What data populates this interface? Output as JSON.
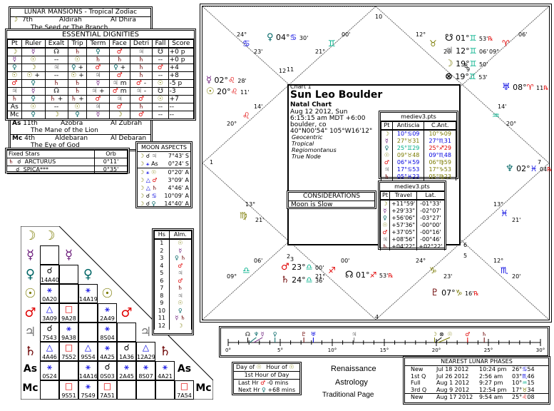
{
  "colors": {
    "moon": "#7a7a00",
    "mercury": "#6b1b7a",
    "venus": "#006666",
    "sun": "#7a7a00",
    "mars": "#e00000",
    "jupiter": "#777777",
    "saturn": "#6b0000",
    "blue": "#0000e0",
    "green": "#00b08a",
    "olive": "#7a7a00",
    "red": "#e00000"
  },
  "lunar_mansions": {
    "title": "LUNAR MANSIONS - Tropical Zodiac",
    "moon": {
      "glyph": "☽",
      "num": "7th",
      "name1": "Aldirah",
      "name2": "Al Dhira",
      "desc": "The Seed or The Branch"
    },
    "asc": {
      "glyph": "As",
      "num": "11th",
      "name1": "Azobra",
      "name2": "Al Zubrah",
      "desc": "The Mane of the Lion"
    },
    "mc": {
      "glyph": "Mc",
      "num": "4th",
      "name1": "Aldebaran",
      "name2": "Al Debaran",
      "desc": "The Eye of God"
    }
  },
  "dignities": {
    "title": "ESSENTIAL DIGNITIES",
    "headers": [
      "Pt",
      "Ruler",
      "Exalt",
      "Trip",
      "Term",
      "Face",
      "Detri",
      "Fall",
      "Score"
    ],
    "rows": [
      [
        "☽",
        "☿",
        "☊",
        "♄",
        "♀",
        "♂",
        "♃",
        "☋",
        "+0 p"
      ],
      [
        "☿",
        "☉",
        "--",
        "☉",
        "♄",
        "♄",
        "♄",
        "--",
        "+0 p"
      ],
      [
        "♀",
        "☽",
        "♃",
        "♀ +",
        "♂",
        "♀ +",
        "♄",
        "♂",
        "+4"
      ],
      [
        "☉",
        "☉ +",
        "--",
        "☉ +",
        "♃",
        "♂",
        "♄",
        "--",
        "+8"
      ],
      [
        "♂",
        "♀",
        "♄",
        "♄",
        "☿",
        "♃ m",
        "♂ -",
        "☉",
        "-5 p"
      ],
      [
        "♃",
        "☿",
        "☊",
        "♄",
        "♃ +",
        "♂ m",
        "♃ -",
        "☋",
        "-3"
      ],
      [
        "♄",
        "♀",
        "♄ +",
        "♄ +",
        "♂",
        "♃",
        "♂",
        "☉",
        "+7"
      ],
      [
        "As",
        "☉",
        "--",
        "☉",
        "♃",
        "♂",
        "♄",
        "--",
        "--"
      ],
      [
        "Mc",
        "♀",
        "☽",
        "♀",
        "☿",
        "☽",
        "♂",
        "--",
        "--"
      ]
    ]
  },
  "fixed_stars": {
    "title": "Fixed Stars",
    "orb_label": "Orb",
    "rows": [
      {
        "planet": "♄",
        "aspect": "☌",
        "star": "ARCTURUS",
        "orb": "0°11'"
      },
      {
        "planet": "",
        "aspect": "☌",
        "star": "SPICA***",
        "orb": "0°35'"
      }
    ]
  },
  "moon_aspects": {
    "title": "MOON ASPECTS",
    "rows": [
      {
        "a": "☌",
        "p": "♃",
        "orb": "7°43' S"
      },
      {
        "a": "⚹",
        "p": "As",
        "orb": "0°24' S"
      },
      {
        "a": "⚹",
        "p": "☉",
        "orb": "0°20' A"
      },
      {
        "a": "△",
        "p": "♂",
        "orb": "3°09' A"
      },
      {
        "a": "△",
        "p": "♄",
        "orb": "4°46' A"
      },
      {
        "a": "☌",
        "p": "♋",
        "orb": "10°09' A"
      },
      {
        "a": "☌",
        "p": "♀",
        "orb": "14°40' A"
      }
    ]
  },
  "chart": {
    "label": "Chart 1",
    "name": "Sun Leo Boulder",
    "type": "Natal Chart",
    "date": "Aug 12 2012, Sun",
    "time": "6:15:15 am  MDT +6:00",
    "place": "boulder, co",
    "coords": "40°N00'54\"  105°W16'12\"",
    "options": [
      "Geocentric",
      "Tropical",
      "Regiomontanus",
      "True Node"
    ],
    "houses": [
      "1",
      "2",
      "3",
      "4",
      "5",
      "6",
      "7",
      "8",
      "9",
      "10",
      "11",
      "12"
    ],
    "cusps": [
      {
        "deg": "24°",
        "sign": "♋",
        "min": "23'"
      },
      {
        "deg": "00'",
        "sign": "♊",
        "min": "21°"
      },
      {
        "deg": "12°",
        "sign": "♉",
        "min": "20'"
      },
      {
        "deg": "06'",
        "sign": "♈",
        "min": "09°"
      },
      {
        "deg": "14'",
        "sign": "♌",
        "min": "20°"
      },
      {
        "deg": "13°",
        "sign": "♍",
        "min": "21'"
      },
      {
        "deg": "13°",
        "sign": "♓",
        "min": "21'"
      },
      {
        "deg": "14'",
        "sign": "♒",
        "min": "20°"
      },
      {
        "deg": "06'",
        "sign": "♎",
        "min": "09°"
      },
      {
        "deg": "12°",
        "sign": "♏",
        "min": "20'"
      },
      {
        "deg": "00'",
        "sign": "♐",
        "min": "21°"
      },
      {
        "deg": "24°",
        "sign": "♑",
        "min": "23'"
      }
    ],
    "planets": [
      {
        "g": "♀",
        "deg": "04°",
        "sign": "♋",
        "min": "30'",
        "r": ""
      },
      {
        "g": "☋",
        "deg": "01°",
        "sign": "♊",
        "min": "53'",
        "r": "℞"
      },
      {
        "g": "♃",
        "deg": "12°",
        "sign": "♊",
        "min": "06'",
        "r": ""
      },
      {
        "g": "☽",
        "deg": "19°",
        "sign": "♊",
        "min": "50'",
        "r": ""
      },
      {
        "g": "⊗",
        "deg": "19°",
        "sign": "♊",
        "min": "53'",
        "r": ""
      },
      {
        "g": "♅",
        "deg": "08°",
        "sign": "♈",
        "min": "11",
        "r": "℞"
      },
      {
        "g": "☿",
        "deg": "02°",
        "sign": "♌",
        "min": "28'",
        "r": ""
      },
      {
        "g": "☉",
        "deg": "20°",
        "sign": "♌",
        "min": "11'",
        "r": ""
      },
      {
        "g": "♆",
        "deg": "02°",
        "sign": "♓",
        "min": "04",
        "r": "℞"
      },
      {
        "g": "♂",
        "deg": "23°",
        "sign": "♎",
        "min": "00'",
        "r": ""
      },
      {
        "g": "♄",
        "deg": "24°",
        "sign": "♎",
        "min": "36'",
        "r": ""
      },
      {
        "g": "☊",
        "deg": "01°",
        "sign": "♐",
        "min": "53'",
        "r": "℞"
      },
      {
        "g": "♇",
        "deg": "07°",
        "sign": "♑",
        "min": "16'",
        "r": "℞"
      }
    ]
  },
  "antiscia": {
    "title": "mediev3.pts",
    "headers": [
      "Pt",
      "Antiscia",
      "C.Ant."
    ],
    "rows": [
      [
        "☽",
        "10°♋09",
        "10°♑09"
      ],
      [
        "☿",
        "27°♉31",
        "27°♏31"
      ],
      [
        "♀",
        "25°♊29",
        "25°♐29"
      ],
      [
        "☉",
        "09°♉48",
        "09°♏48"
      ],
      [
        "♂",
        "06°♓59",
        "06°♍59"
      ],
      [
        "♃",
        "17°♋53",
        "17°♑53"
      ],
      [
        "♄",
        "05°♓23",
        "05°♍23"
      ]
    ]
  },
  "travel": {
    "title": "mediev3.pts",
    "headers": [
      "Pt",
      "Travel",
      "Lat."
    ],
    "rows": [
      [
        "☽",
        "+11°59'",
        "-01°33'"
      ],
      [
        "☿",
        "+29'33\"",
        "-02°07'"
      ],
      [
        "♀",
        "+56'06\"",
        "-03°27'"
      ],
      [
        "☉",
        "+57'36\"",
        "-00°00'"
      ],
      [
        "♂",
        "+37'05\"",
        "-00°16'"
      ],
      [
        "♃",
        "+08'56\"",
        "-00°46'"
      ],
      [
        "♄",
        "+04'22\"",
        "+02°22'"
      ]
    ]
  },
  "considerations": {
    "title": "CONSIDERATIONS",
    "text": "Moon is Slow"
  },
  "houses_table": {
    "headers": [
      "Hs",
      "Alm."
    ],
    "rows": [
      [
        "1",
        "☉"
      ],
      [
        "2",
        "☿"
      ],
      [
        "3",
        "♀ ♄"
      ],
      [
        "4",
        "♂"
      ],
      [
        "5",
        "♃"
      ],
      [
        "6",
        "♂"
      ],
      [
        "7",
        "♄"
      ],
      [
        "8",
        "♃"
      ],
      [
        "9",
        "☉"
      ],
      [
        "10",
        "♀"
      ],
      [
        "11",
        "☿ ♄"
      ],
      [
        "12",
        "☽"
      ]
    ]
  },
  "aspect_grid": {
    "planets": [
      "☽",
      "☿",
      "♀",
      "☉",
      "♂",
      "♃",
      "♄",
      "As",
      "Mc"
    ],
    "cells": [
      [],
      [
        {
          "a": "",
          "o": ""
        }
      ],
      [
        {
          "a": "☌",
          "o": "14A40"
        },
        {
          "a": "",
          "o": ""
        }
      ],
      [
        {
          "a": "⚹",
          "o": "0A20"
        },
        {
          "a": "",
          "o": ""
        },
        {
          "a": "⚹",
          "o": "14A19"
        }
      ],
      [
        {
          "a": "△",
          "o": "3A09"
        },
        {
          "a": "□",
          "o": "9A28"
        },
        {
          "a": "",
          "o": ""
        },
        {
          "a": "⚹",
          "o": "2A49"
        }
      ],
      [
        {
          "a": "☌",
          "o": "7S43"
        },
        {
          "a": "⚹",
          "o": "9A38"
        },
        {
          "a": "",
          "o": ""
        },
        {
          "a": "⚹",
          "o": "8S04"
        },
        {
          "a": "",
          "o": ""
        }
      ],
      [
        {
          "a": "△",
          "o": "4A46"
        },
        {
          "a": "□",
          "o": "7S52"
        },
        {
          "a": "△",
          "o": "9S54"
        },
        {
          "a": "⚹",
          "o": "4A25"
        },
        {
          "a": "☌",
          "o": "1A36"
        },
        {
          "a": "△",
          "o": "12A29"
        }
      ],
      [
        {
          "a": "⚹",
          "o": "0S24"
        },
        {
          "a": "",
          "o": ""
        },
        {
          "a": "⚹",
          "o": "14A16"
        },
        {
          "a": "☌",
          "o": "0S03"
        },
        {
          "a": "⚹",
          "o": "2A45"
        },
        {
          "a": "⚹",
          "o": "8S07"
        },
        {
          "a": "⚹",
          "o": "4A21"
        }
      ],
      [
        {
          "a": "",
          "o": ""
        },
        {
          "a": "□",
          "o": "9S51"
        },
        {
          "a": "⚹",
          "o": "7S49"
        },
        {
          "a": "□",
          "o": "7A51"
        },
        {
          "a": "",
          "o": ""
        },
        {
          "a": "",
          "o": ""
        },
        {
          "a": "",
          "o": ""
        },
        {
          "a": "□",
          "o": "7A54"
        }
      ]
    ]
  },
  "degree_strip": {
    "ticks": [
      "0°",
      "5°",
      "10°",
      "15°",
      "20°",
      "25°",
      "30°"
    ],
    "markers": [
      {
        "g": "☊",
        "v": 1.88
      },
      {
        "g": "♆",
        "v": 2.07
      },
      {
        "g": "☿",
        "v": 2.47
      },
      {
        "g": "♀",
        "v": 4.5
      },
      {
        "g": "♇",
        "v": 7.27
      },
      {
        "g": "♅",
        "v": 8.18
      },
      {
        "g": "♃",
        "v": 12.1
      },
      {
        "g": "☽",
        "v": 19.83
      },
      {
        "g": "⊗",
        "v": 19.88
      },
      {
        "g": "☉",
        "v": 20.18
      },
      {
        "g": "♂",
        "v": 23.0
      },
      {
        "g": "♄",
        "v": 24.6
      }
    ]
  },
  "planetary_hours": {
    "day_of": "Day of",
    "hour_of": "Hour of",
    "first": "1st Hour of Day",
    "last_label": "Last Hr",
    "last_val": "-0 mins",
    "next_label": "Next Hr",
    "next_val": "+68 mins"
  },
  "branding": {
    "line1": "Renaissance",
    "line2": "Astrology",
    "line3": "Traditional Page"
  },
  "lunar_phases": {
    "title": "NEAREST LUNAR PHASES",
    "rows": [
      {
        "phase": "New",
        "date": "Jul 18 2012",
        "time": "10:24 pm",
        "pos": "26°♋54"
      },
      {
        "phase": "1st Q",
        "date": "Jul 26 2012",
        "time": "2:56 am",
        "pos": "03°♏46"
      },
      {
        "phase": "Full",
        "date": "Aug 1 2012",
        "time": "9:27 pm",
        "pos": "10°♒15"
      },
      {
        "phase": "3rd Q",
        "date": "Aug 9 2012",
        "time": "12:54 pm",
        "pos": "17°♉34"
      },
      {
        "phase": "New",
        "date": "Aug 17 2012",
        "time": "9:54 am",
        "pos": "25°♌08"
      }
    ]
  }
}
